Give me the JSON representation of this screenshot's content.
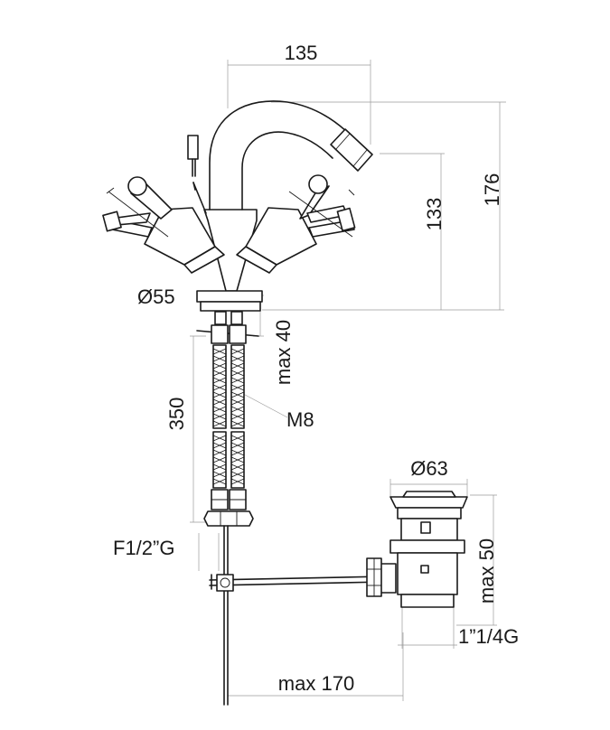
{
  "dimensions": {
    "width_top": "135",
    "height_total": "176",
    "height_spout": "133",
    "base_diameter": "Ø55",
    "hose_length": "350",
    "max_thickness": "max 40",
    "thread_rod": "M8",
    "inlet_thread": "F1/2”G",
    "waste_diameter": "Ø63",
    "waste_height": "max 50",
    "waste_thread": "1”1/4G",
    "rod_length": "max 170"
  }
}
